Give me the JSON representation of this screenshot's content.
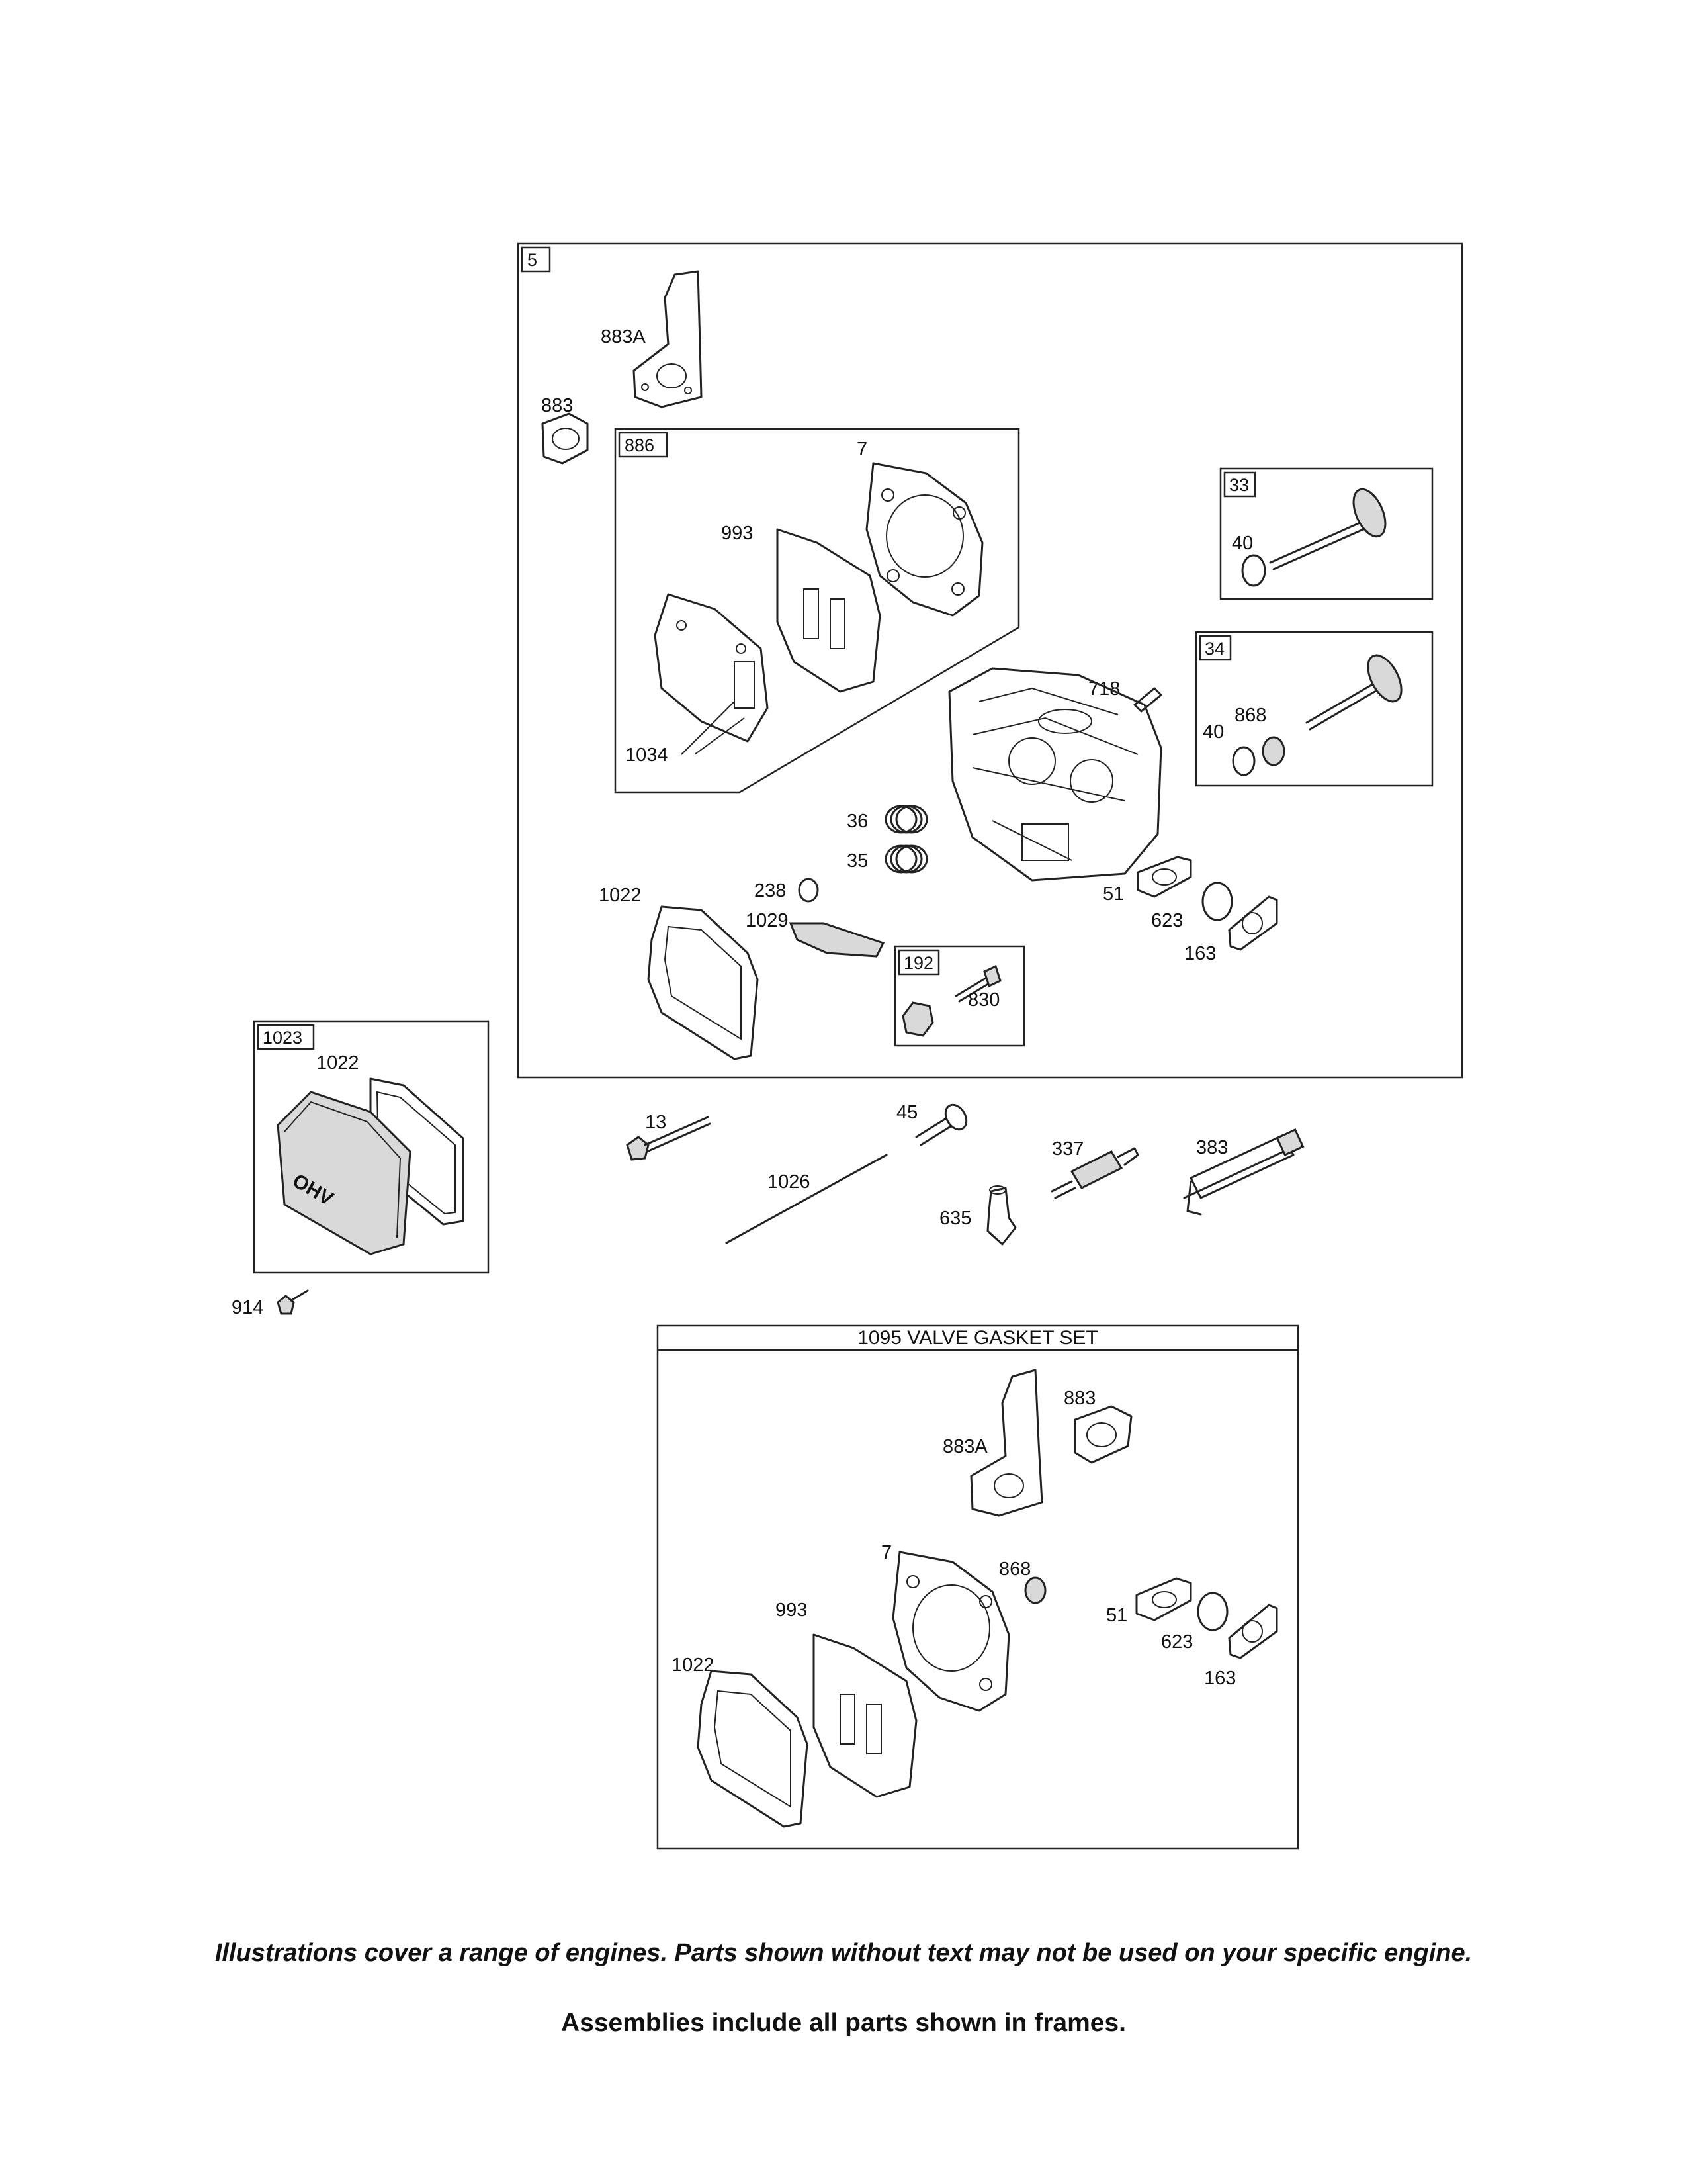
{
  "frames": {
    "main": "5",
    "gasket_886": "886",
    "valve_33": "33",
    "valve_34": "34",
    "nut_192": "192",
    "cover_1023": "1023",
    "gasket_set": "1095 VALVE GASKET SET"
  },
  "callouts": {
    "p883A": "883A",
    "p883": "883",
    "p7": "7",
    "p993": "993",
    "p1034": "1034",
    "p40a": "40",
    "p40b": "40",
    "p868": "868",
    "p718": "718",
    "p36": "36",
    "p35": "35",
    "p238": "238",
    "p1022": "1022",
    "p1029": "1029",
    "p51": "51",
    "p623": "623",
    "p163": "163",
    "p830": "830",
    "c1022": "1022",
    "c914": "914",
    "p13": "13",
    "p45": "45",
    "p1026": "1026",
    "p635": "635",
    "p337": "337",
    "p383": "383",
    "s883A": "883A",
    "s883": "883",
    "s7": "7",
    "s868": "868",
    "s993": "993",
    "s1022": "1022",
    "s51": "51",
    "s623": "623",
    "s163": "163"
  },
  "cover_marking": "OHV",
  "notes": {
    "range": "Illustrations cover a range of engines. Parts shown without text may not be used on your specific engine.",
    "assemblies": "Assemblies include all parts shown in frames."
  }
}
